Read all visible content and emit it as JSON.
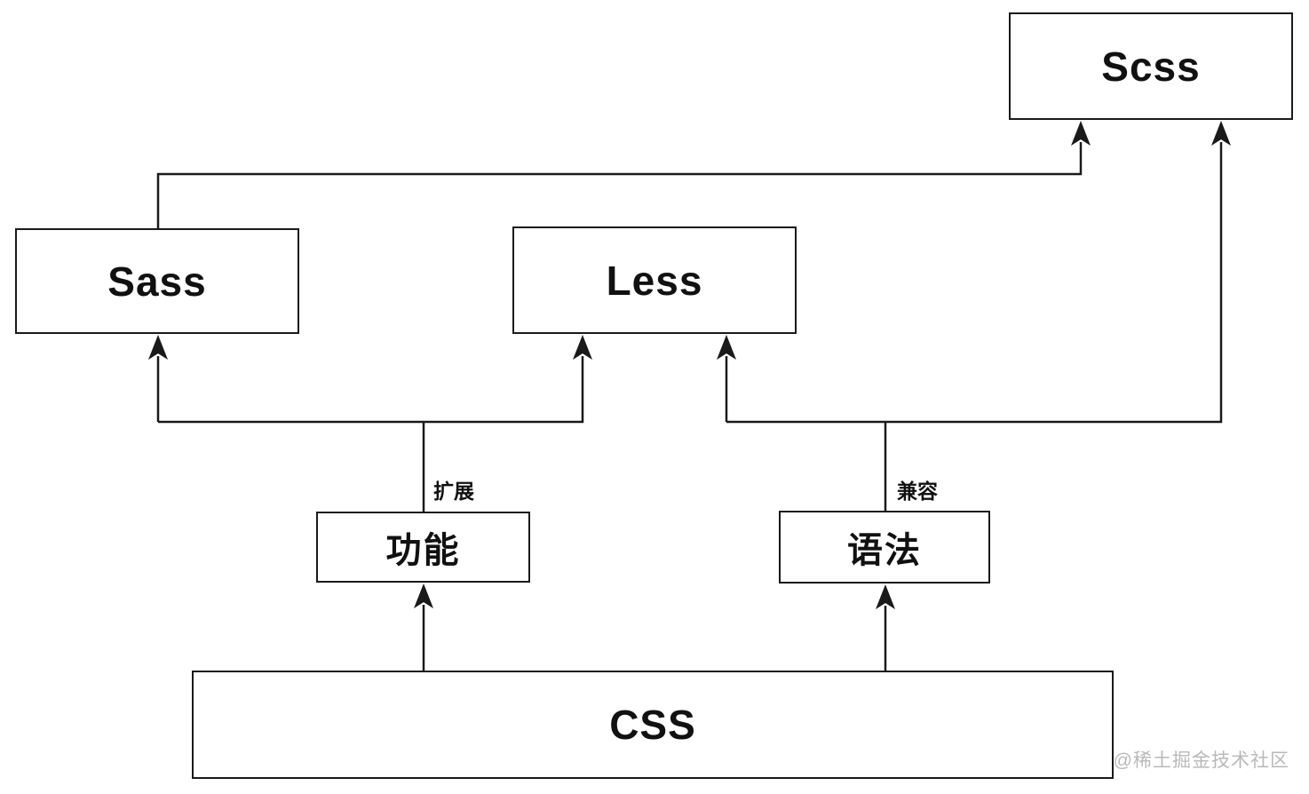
{
  "diagram": {
    "title_hint": "CSS preprocessors relationship flowchart",
    "nodes": [
      {
        "id": "scss",
        "label": "Scss"
      },
      {
        "id": "sass",
        "label": "Sass"
      },
      {
        "id": "less",
        "label": "Less"
      },
      {
        "id": "gongneng",
        "label": "功能"
      },
      {
        "id": "yufa",
        "label": "语法"
      },
      {
        "id": "css",
        "label": "CSS"
      }
    ],
    "edge_labels": [
      {
        "id": "extend",
        "label": "扩展"
      },
      {
        "id": "compat",
        "label": "兼容"
      }
    ],
    "edges": [
      {
        "from": "css",
        "to": "功能",
        "label": "扩展"
      },
      {
        "from": "css",
        "to": "语法",
        "label": "兼容"
      },
      {
        "from": "功能",
        "to": "Sass"
      },
      {
        "from": "功能",
        "to": "Less"
      },
      {
        "from": "语法",
        "to": "Less"
      },
      {
        "from": "语法",
        "to": "Scss"
      },
      {
        "from": "Sass",
        "to": "Scss"
      }
    ],
    "colors": {
      "background": "#ffffff",
      "line": "#1a1a1a",
      "box_border": "#1a1a1a",
      "box_fill": "#ffffff",
      "text": "#111111",
      "watermark": "#b9b9b9"
    }
  },
  "watermark": {
    "text": "@稀土掘金技术社区"
  }
}
